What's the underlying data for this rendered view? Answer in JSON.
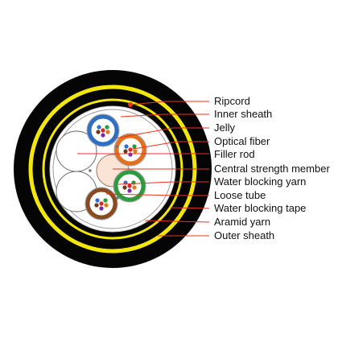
{
  "colors": {
    "leader_line": "#e8341c",
    "outer_sheath": "#050505",
    "aramid_yarn": "#f3e60c",
    "tube_blue": "#2f6fc2",
    "tube_orange": "#e2701e",
    "tube_green": "#2e9a3e",
    "tube_brown": "#8a4a20",
    "central_member": "#fbe3d6"
  },
  "labels": [
    "Ripcord",
    "Inner sheath",
    "Jelly",
    "Optical fiber",
    "Filler rod",
    "Central strength member",
    "Water blocking yarn",
    "Loose tube",
    "Water blocking tape",
    "Aramid yarn",
    "Outer sheath"
  ]
}
